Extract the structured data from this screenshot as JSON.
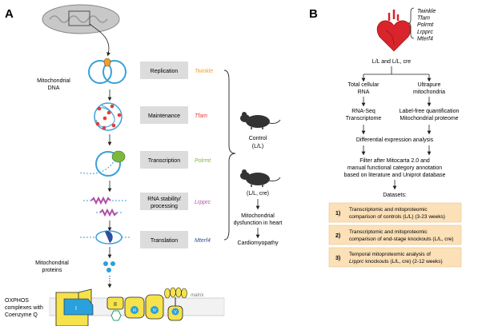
{
  "panels": {
    "a_label": "A",
    "b_label": "B"
  },
  "panel_a": {
    "left_labels": {
      "mito_dna_line1": "Mitochondrial",
      "mito_dna_line2": "DNA",
      "mito_proteins_line1": "Mitochondrial",
      "mito_proteins_line2": "proteins",
      "oxphos_line1": "OXPHOS",
      "oxphos_line2": "complexes with",
      "oxphos_line3": "Coenzyme Q"
    },
    "processes": [
      {
        "label": "Replication",
        "gene": "Twinkle",
        "color": "#f0a030"
      },
      {
        "label": "Maintenance",
        "gene": "Tfam",
        "color": "#e83a3a"
      },
      {
        "label": "Transcription",
        "gene": "Polrmt",
        "color": "#7cb83a"
      },
      {
        "label_line1": "RNA stability/",
        "label_line2": "processing",
        "gene": "Lrpprc",
        "color": "#b04fa8"
      },
      {
        "label": "Translation",
        "gene": "Mterf4",
        "color": "#2d4f9e"
      }
    ],
    "mouse_control": {
      "line1": "Control",
      "line2": "(L/L)"
    },
    "mouse_ko": {
      "line1": "(L/L, cre)"
    },
    "outcome": {
      "line1": "Mitochondrial",
      "line2": "dysfunction in heart",
      "line3": "Cardiomyopathy"
    },
    "complexes": {
      "c1": "I",
      "c2": "II",
      "c3": "III",
      "c4": "IV",
      "c5": "V",
      "matrix": "matrix"
    }
  },
  "panel_b": {
    "genes": [
      "Twinkle",
      "Tfam",
      "Polrmt",
      "Lrpprc",
      "Mterf4"
    ],
    "genotypes": "L/L and L/L, cre",
    "left_branch": {
      "line1": "Total cellular",
      "line2": "RNA",
      "line3": "RNA-Seq",
      "line4": "Transcriptome"
    },
    "right_branch": {
      "line1": "Ultrapure",
      "line2": "mitochondria",
      "line3": "Label-free quantification",
      "line4": "Mitochondrial proteome"
    },
    "diff_expr": "Differential expression analysis",
    "filter_line1": "Filter after Mitocarta 2.0 and",
    "filter_line2": "manual functional category annotation",
    "filter_line3": "based on literature and Uniprot database",
    "datasets_title": "Datasets:",
    "datasets": [
      {
        "num": "1)",
        "line1": "Transcriptomic and mitoproteomic",
        "line2": "comparison of controls (L/L) (3-23 weeks)"
      },
      {
        "num": "2)",
        "line1": "Transcriptomic and mitoproteomic",
        "line2": "comparison of end-stage knockouts (L/L, cre)"
      },
      {
        "num": "3)",
        "line1": "Temporal mitoproteomic analysis of",
        "line2_italic": "Lrpprc",
        "line2_rest": " knockouts (L/L, cre) (2-12 weeks)"
      }
    ],
    "dataset_box_color": "#fbe0b8"
  }
}
